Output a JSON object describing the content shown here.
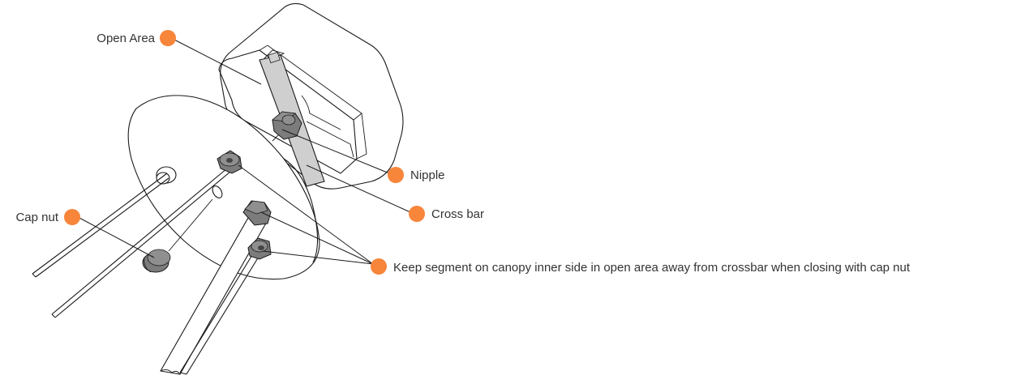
{
  "diagram": {
    "accent_color": "#f7853a",
    "part_fill": "#cfcfcf",
    "part_dark": "#8f8f8f",
    "nut_fill": "#7c7c7c",
    "labels": {
      "open_area": "Open Area",
      "nipple": "Nipple",
      "cross_bar": "Cross bar",
      "cap_nut": "Cap nut",
      "keep_segment": "Keep segment on canopy inner side in open area away from crossbar when closing with cap nut"
    }
  }
}
